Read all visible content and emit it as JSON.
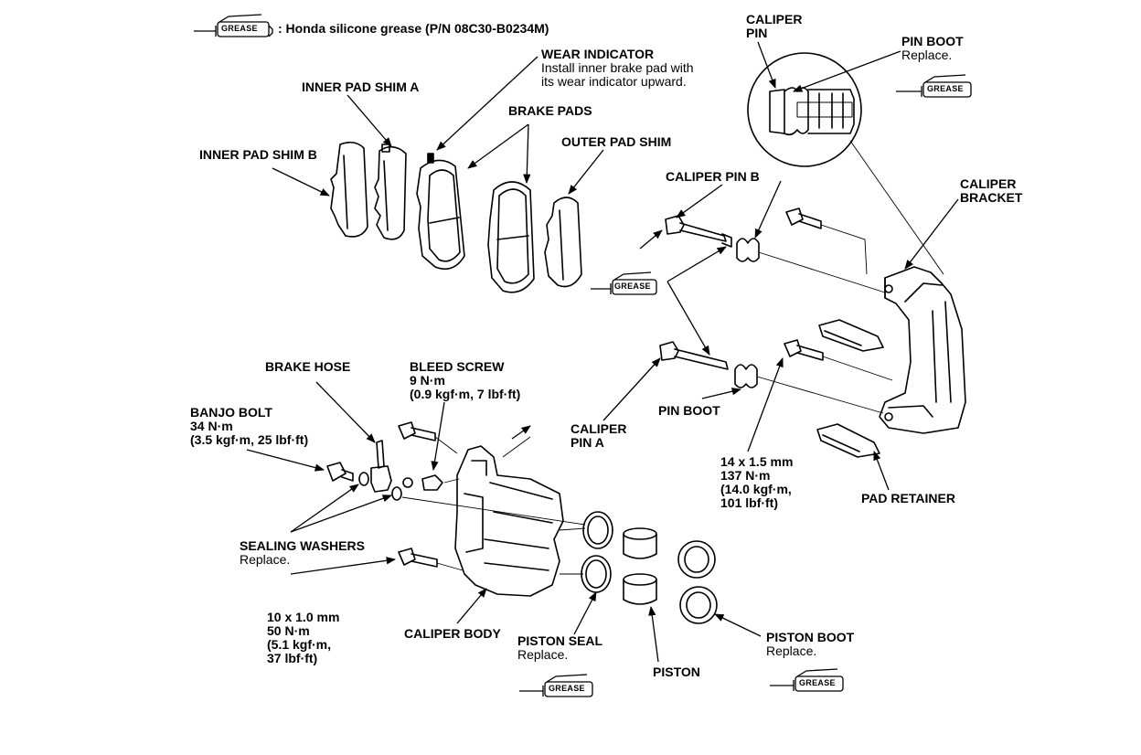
{
  "legend": {
    "tag": "GREASE",
    "text": ": Honda silicone grease (P/N 08C30-B0234M)"
  },
  "grease_tags": [
    {
      "text": "GREASE"
    },
    {
      "text": "GREASE"
    },
    {
      "text": "GREASE"
    },
    {
      "text": "GREASE"
    }
  ],
  "labels": {
    "caliper_pin_top": [
      "CALIPER",
      "PIN"
    ],
    "pin_boot_top": {
      "title": "PIN BOOT",
      "note": "Replace."
    },
    "wear_indicator": {
      "title": "WEAR INDICATOR",
      "note1": "Install inner brake pad with",
      "note2": "its wear indicator upward."
    },
    "inner_pad_shim_a": "INNER PAD SHIM A",
    "brake_pads": "BRAKE PADS",
    "inner_pad_shim_b": "INNER PAD SHIM B",
    "outer_pad_shim": "OUTER PAD SHIM",
    "caliper_pin_b": "CALIPER PIN B",
    "caliper_bracket": [
      "CALIPER",
      "BRACKET"
    ],
    "brake_hose": "BRAKE HOSE",
    "bleed_screw": [
      "BLEED SCREW",
      "9 N·m",
      "(0.9 kgf·m, 7 lbf·ft)"
    ],
    "banjo_bolt": [
      "BANJO BOLT",
      "34 N·m",
      "(3.5 kgf·m, 25 lbf·ft)"
    ],
    "caliper_pin_a": [
      "CALIPER",
      "PIN A"
    ],
    "pin_boot_mid": "PIN BOOT",
    "bracket_bolt": [
      "14 x 1.5 mm",
      "137 N·m",
      "(14.0 kgf·m,",
      "101 lbf·ft)"
    ],
    "pad_retainer": "PAD RETAINER",
    "sealing_washers": {
      "title": "SEALING WASHERS",
      "note": "Replace."
    },
    "body_bolt": [
      "10 x 1.0 mm",
      "50 N·m",
      "(5.1 kgf·m,",
      "37 lbf·ft)"
    ],
    "caliper_body": "CALIPER BODY",
    "piston_seal": {
      "title": "PISTON SEAL",
      "note": "Replace."
    },
    "piston": "PISTON",
    "piston_boot": {
      "title": "PISTON BOOT",
      "note": "Replace."
    }
  }
}
